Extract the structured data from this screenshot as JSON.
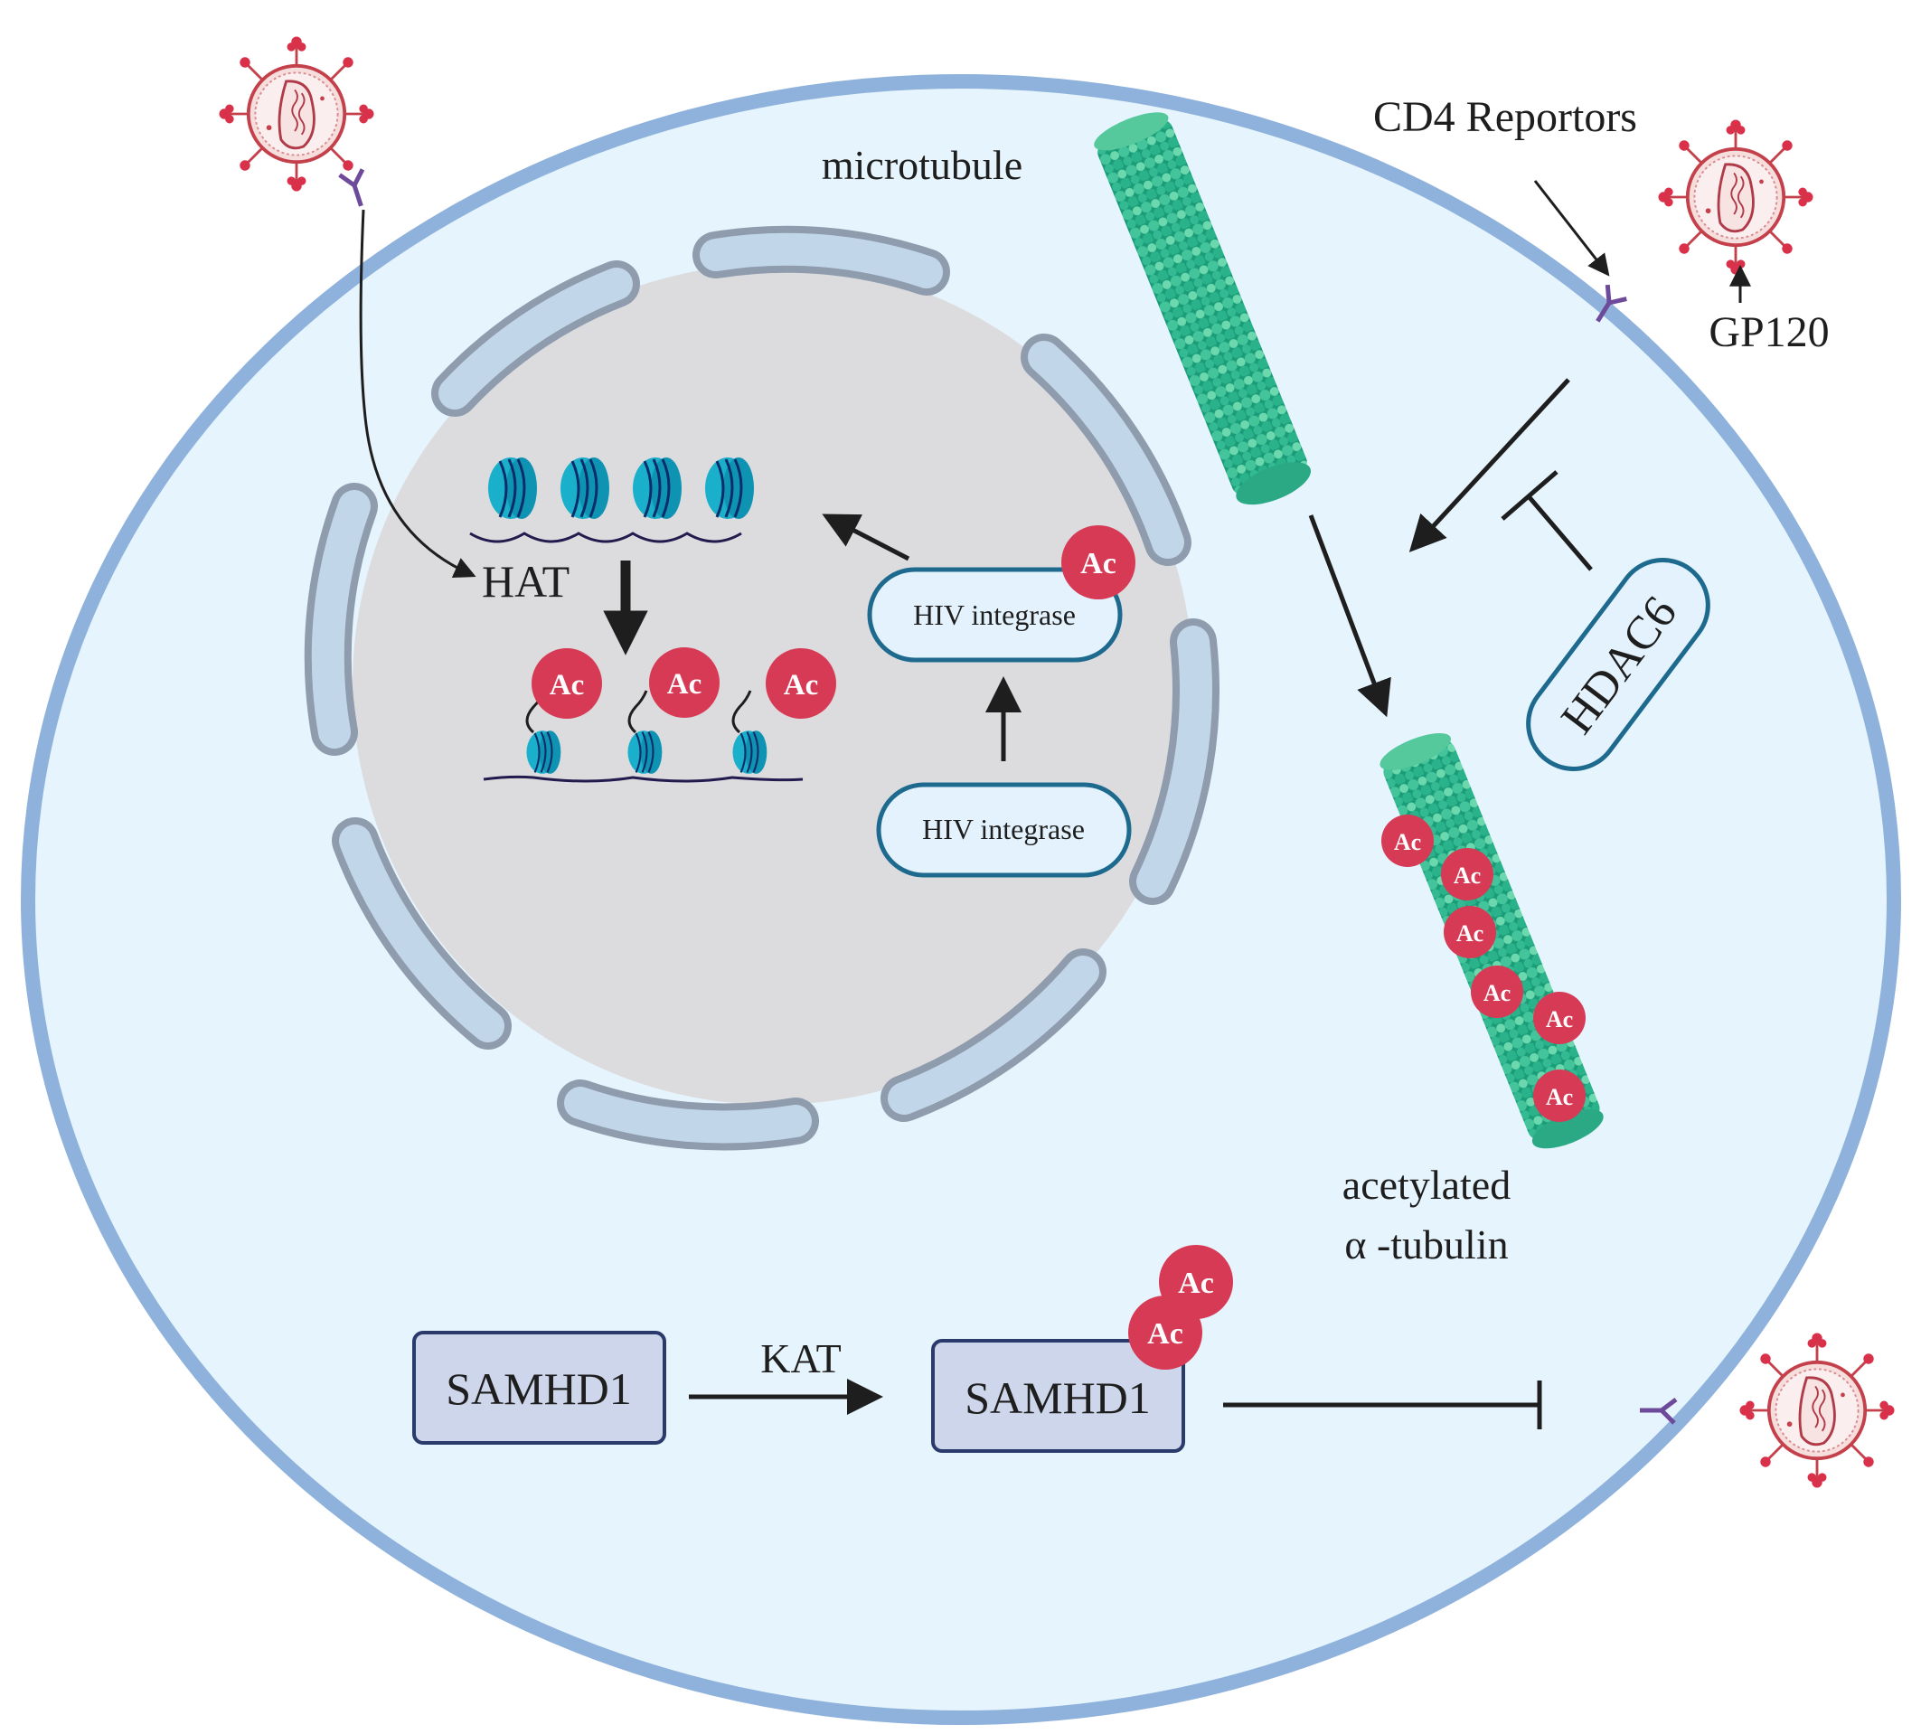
{
  "labels": {
    "microtubule": "microtubule",
    "cd4_receptors": "CD4 Reportors",
    "gp120": "GP120",
    "hat": "HAT",
    "hdac6": "HDAC6",
    "hiv_integrase_acetylated": "HIV integrase",
    "hiv_integrase": "HIV integrase",
    "acetylated_line1": "acetylated",
    "acetylated_line2": "α -tubulin",
    "samhd1_left": "SAMHD1",
    "samhd1_right": "SAMHD1",
    "kat": "KAT",
    "ac": "Ac"
  },
  "colors": {
    "cell_fill": "#e6f4fd",
    "cell_membrane": "#8eb2dc",
    "nucleus_fill": "#dcdcde",
    "nuclear_envelope_fill": "#c2d6ea",
    "nuclear_envelope_stroke": "#8e9cad",
    "acetyl_badge": "#d63a55",
    "nucleosome": "#1ab0cc",
    "microtubule": "#2cb08c",
    "virus": "#c4404a",
    "receptor": "#6e4a9a",
    "samhd1_box": "#cdd6ea",
    "integrase_box": "#e3f2fc",
    "arrow": "#1e1e1e"
  },
  "icons": [
    "hiv-virion-icon",
    "cd4-receptor-icon",
    "microtubule-icon",
    "nucleosome-icon",
    "acetyl-group-icon",
    "inhibition-bar-icon"
  ]
}
